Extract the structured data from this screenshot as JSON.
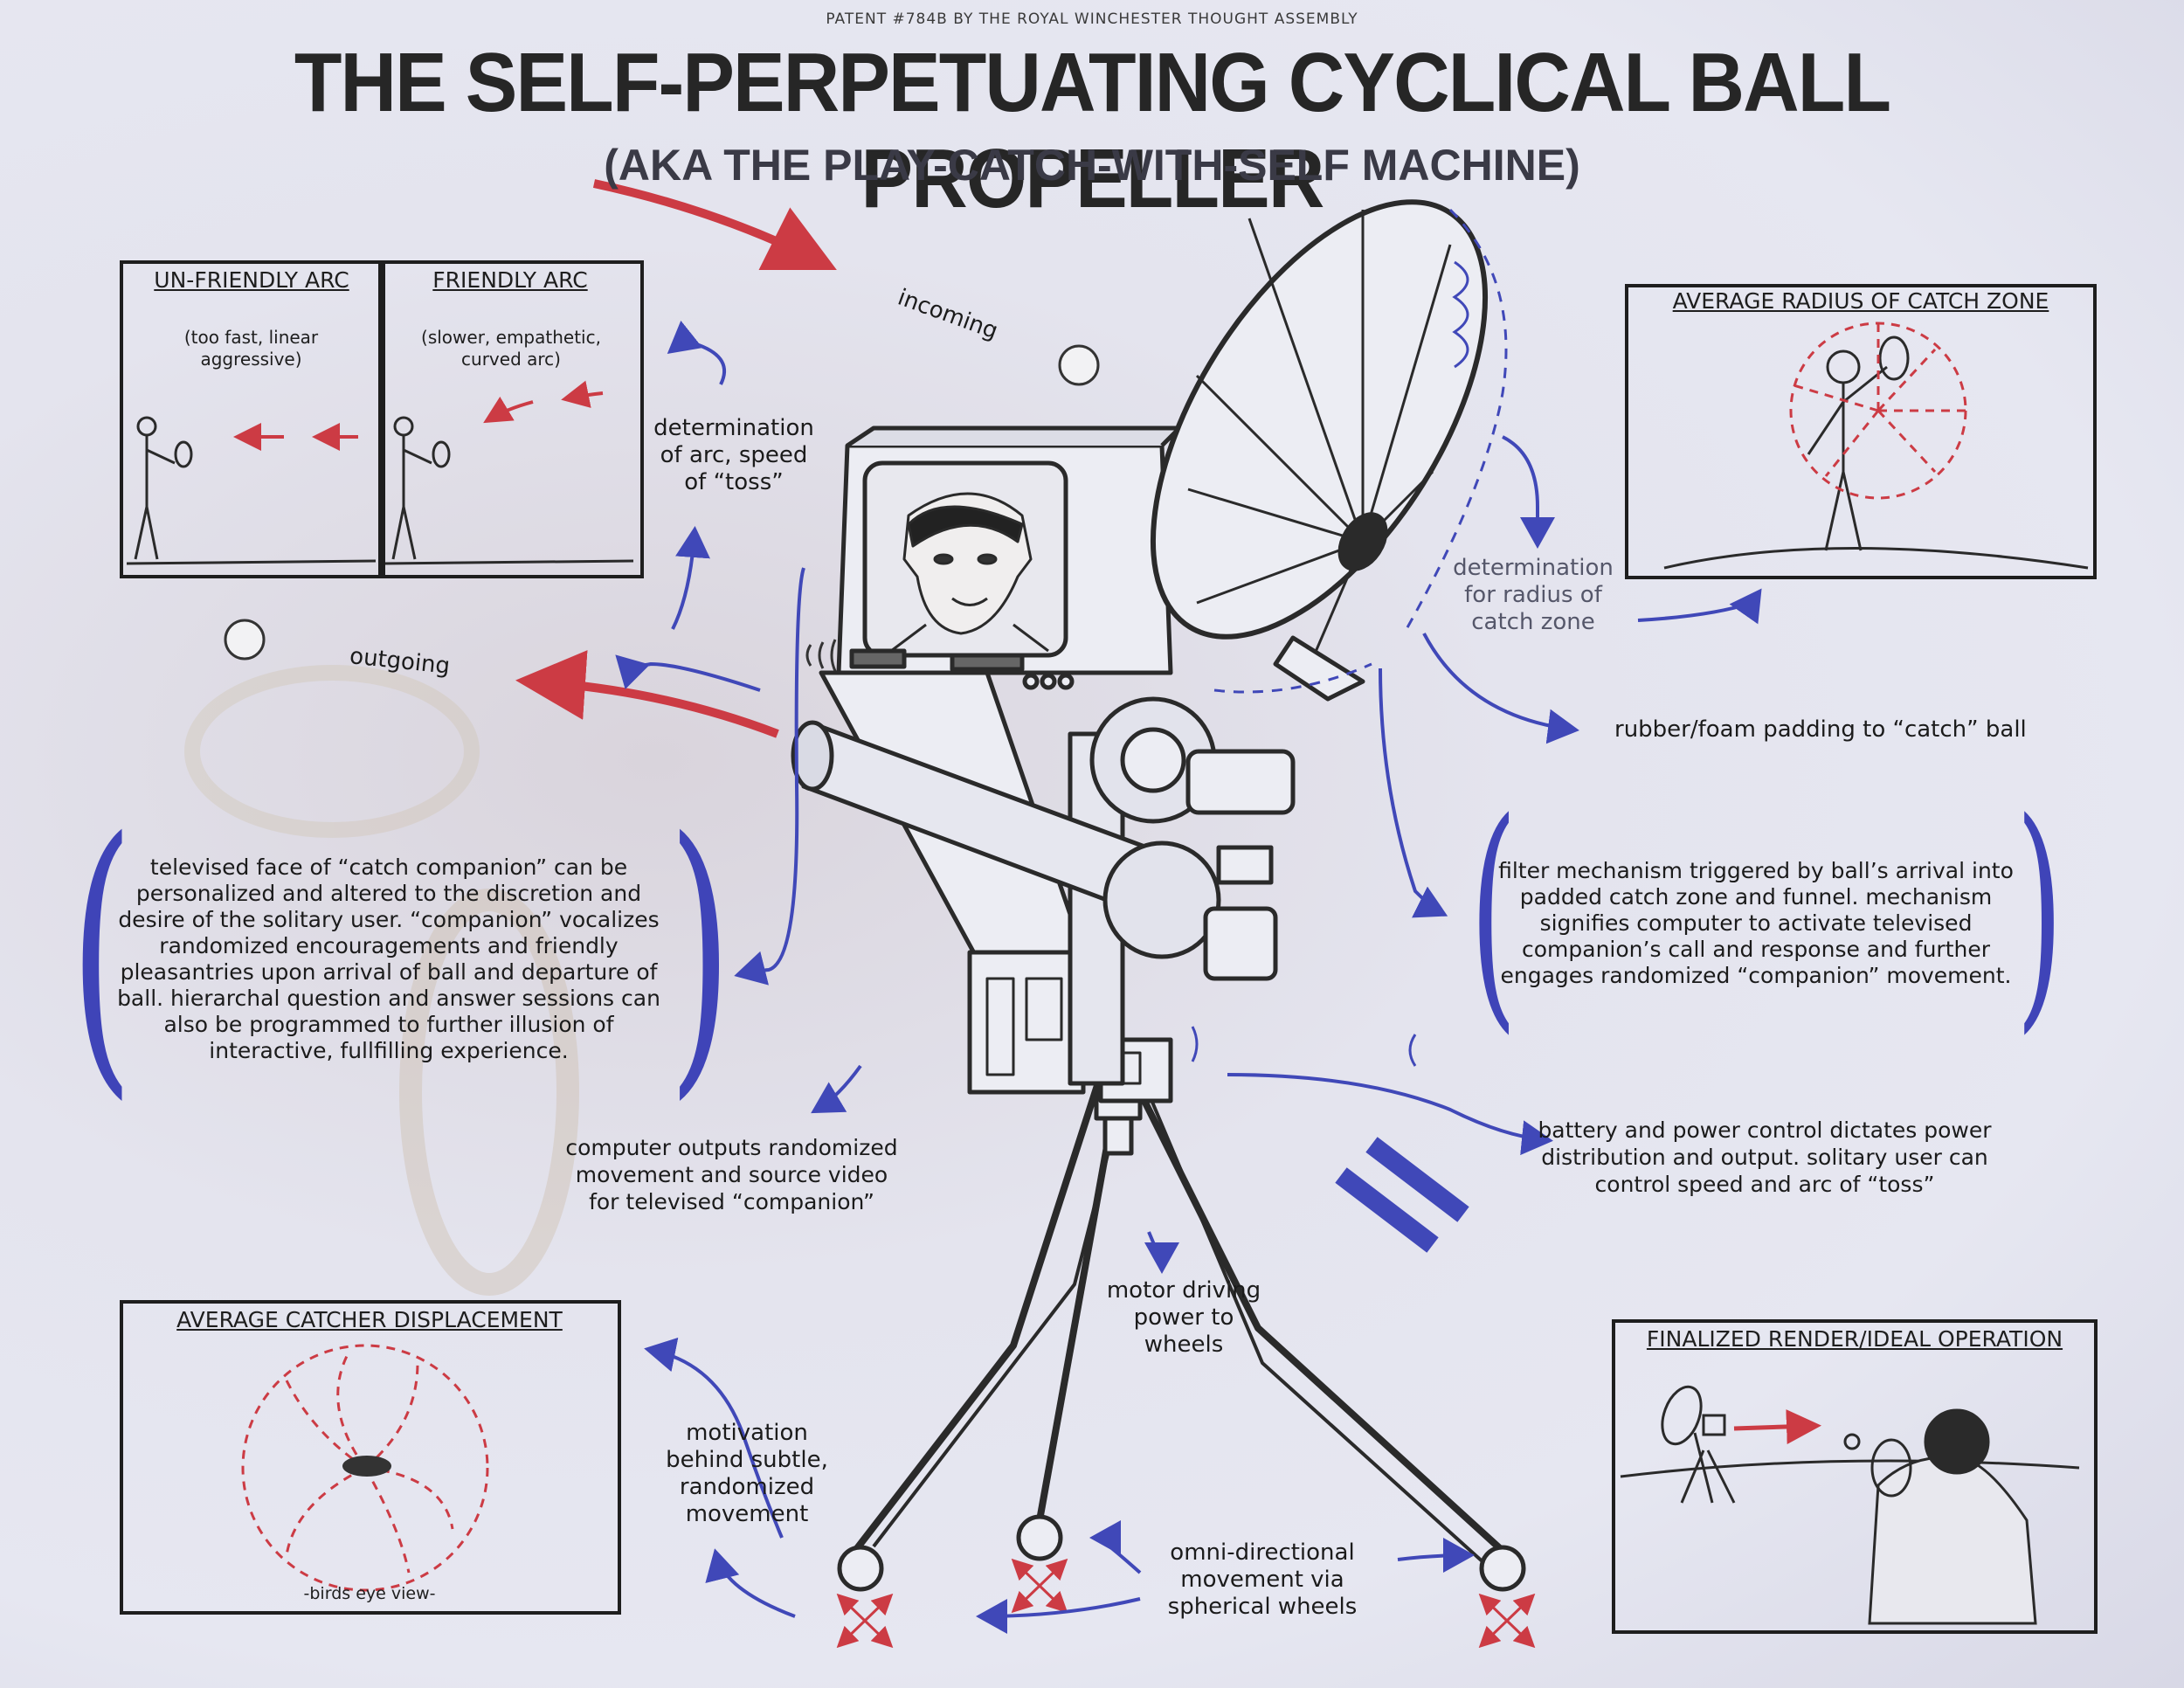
{
  "header": {
    "patent": "PATENT #784B BY THE ROYAL WINCHESTER THOUGHT ASSEMBLY",
    "title": "THE SELF-PERPETUATING CYCLICAL BALL PROPELLER",
    "subtitle": "(AKA  THE PLAY-CATCH-WITH-SELF MACHINE)"
  },
  "panels": {
    "unfriendly": {
      "title": "UN-FRIENDLY ARC",
      "note": "(too fast, linear aggressive)"
    },
    "friendly": {
      "title": "FRIENDLY ARC",
      "note": "(slower, empathetic, curved arc)"
    },
    "catch_zone": {
      "title": "AVERAGE RADIUS OF CATCH ZONE"
    },
    "displacement": {
      "title": "AVERAGE CATCHER DISPLACEMENT",
      "caption": "-birds eye view-"
    },
    "finalized": {
      "title": "FINALIZED RENDER/IDEAL OPERATION"
    }
  },
  "labels": {
    "incoming": "incoming",
    "outgoing": "outgoing",
    "arc_speed": "determination of arc, speed of “toss”",
    "radius": "determination for radius of catch zone",
    "padding": "rubber/foam padding to “catch” ball",
    "companion": "televised face of “catch companion” can be personalized and altered to the discretion and desire of the solitary user.  “companion” vocalizes randomized encouragements and friendly pleasantries upon arrival of ball and departure of ball.  hierarchal question and answer sessions can also be programmed to further illusion of interactive, fullfilling experience.",
    "filter": "filter mechanism triggered by ball’s arrival into padded catch zone and funnel.  mechanism signifies computer to activate televised companion’s call and response and further engages randomized “companion” movement.",
    "computer": "computer outputs randomized movement and source video for televised “companion”",
    "battery": "battery and power control dictates power distribution and output.  solitary user can control speed and arc of “toss”",
    "motor": "motor driving power to wheels",
    "motivation": "motivation behind subtle, randomized movement",
    "omni": "omni-directional movement via spherical wheels"
  },
  "colors": {
    "ink": "#1e1e1e",
    "red": "#cc3b44",
    "blue": "#4048b8"
  }
}
